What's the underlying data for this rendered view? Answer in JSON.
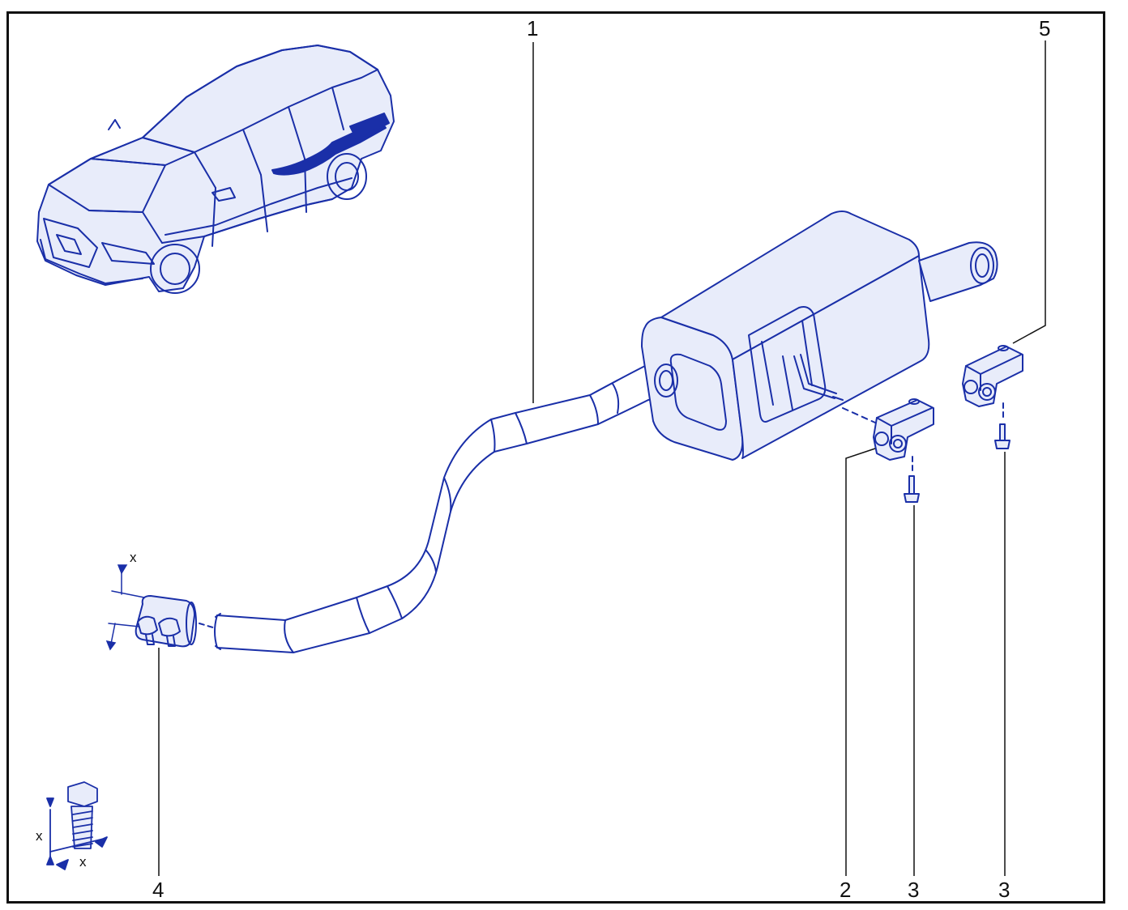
{
  "colors": {
    "line_art": "#1a2fa8",
    "line_fill": "#e8ecfa",
    "callout": "#111111",
    "frame": "#111111",
    "background": "#ffffff"
  },
  "callouts": {
    "exhaust_pipe": "1",
    "front_mount": "2",
    "bolt_front": "3",
    "bolt_rear": "3",
    "clamp": "4",
    "rear_mount": "5"
  },
  "dimensions": {
    "clamp_top": "x",
    "bolt_length": "x",
    "bolt_width": "x"
  }
}
